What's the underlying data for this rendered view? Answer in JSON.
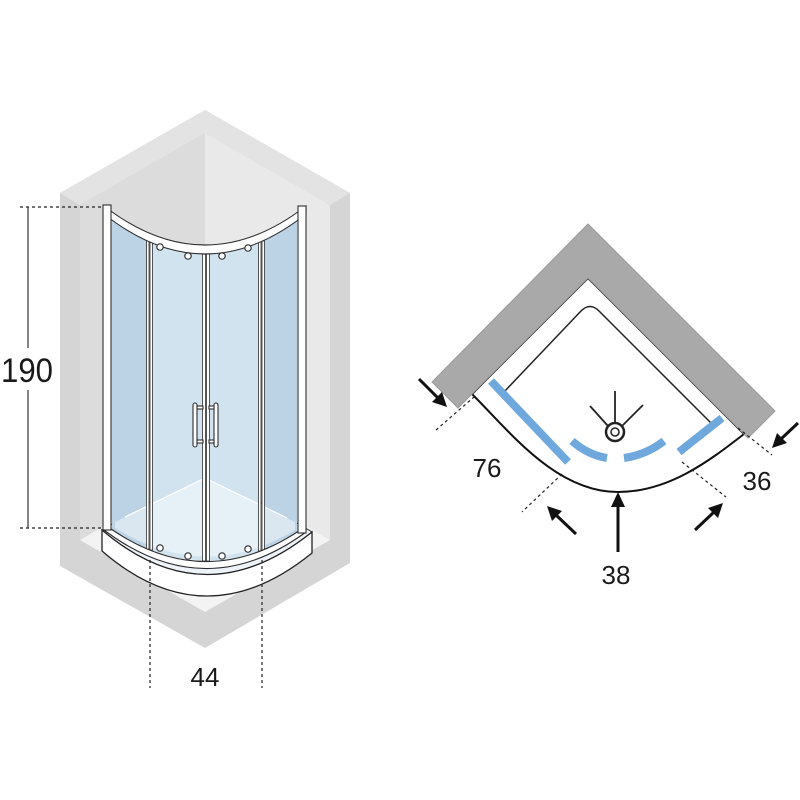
{
  "diagram": {
    "elevation": {
      "height_label": "190",
      "width_label": "44"
    },
    "plan": {
      "left_label": "76",
      "right_label": "36",
      "front_label": "38"
    }
  },
  "colors": {
    "wall_elevation": "#d5d5d5",
    "wall_elevation_top": "#e3e3e3",
    "recess_left": "#dcdcdc",
    "recess_right": "#e9e9e9",
    "recess_floor": "#f3f3f3",
    "glass_fixed": "#bcd3e6",
    "glass_door": "#d2e3f0",
    "glass_plan": "#6fa8dc",
    "wall_plan": "#a9a9a9"
  }
}
